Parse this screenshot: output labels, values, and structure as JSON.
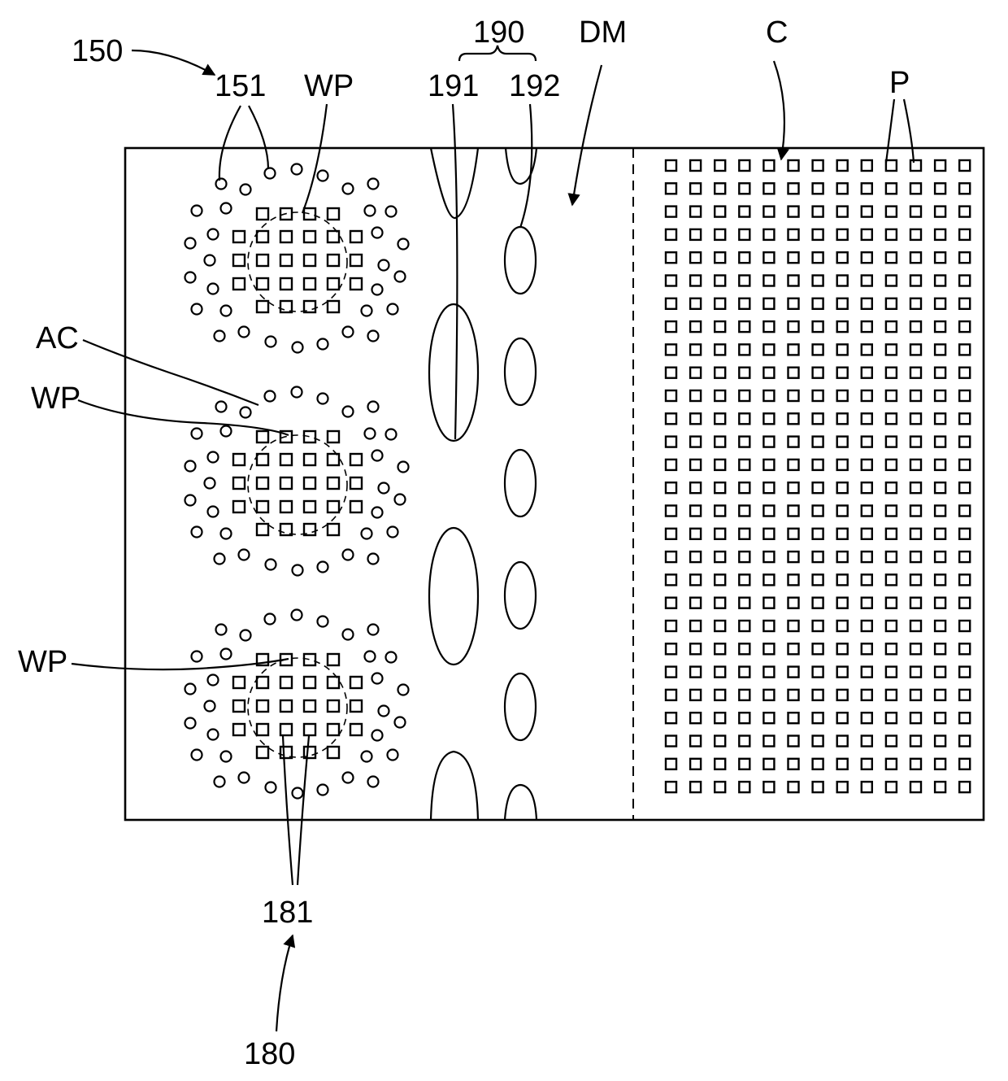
{
  "labels": {
    "l150": "150",
    "l151": "151",
    "lWP1": "WP",
    "l190": "190",
    "l191": "191",
    "l192": "192",
    "lDM": "DM",
    "lC": "C",
    "lP": "P",
    "lAC": "AC",
    "lWP2": "WP",
    "lWP3": "WP",
    "l181": "181",
    "l180": "180"
  }
}
